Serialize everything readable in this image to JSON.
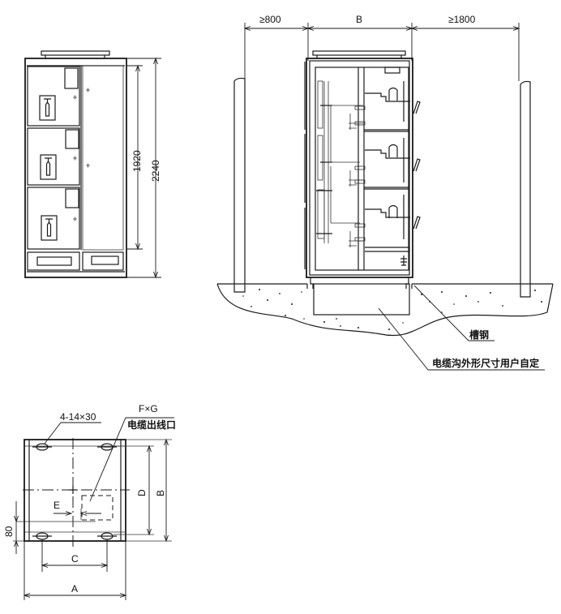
{
  "drawing": {
    "front_view": {
      "dimensions": {
        "inner_height": "1920",
        "total_height": "2240"
      },
      "compartments": 3,
      "bottom_vents": 2
    },
    "side_section": {
      "clearances": {
        "rear": "≥800",
        "depth": "B",
        "front": "≥1800"
      },
      "callouts": {
        "channel_steel": "槽钢",
        "cable_trench": "电缆沟外形尺寸用户自定"
      }
    },
    "base_plan": {
      "mounting_holes": "4-14×30",
      "cable_outlet_size": "F×G",
      "cable_outlet_label": "电缆出线口",
      "dimensions": {
        "width": "A",
        "hole_spacing_width": "C",
        "depth": "B",
        "hole_spacing_depth": "D",
        "outlet_offset": "E",
        "edge_offset": "80"
      }
    }
  }
}
